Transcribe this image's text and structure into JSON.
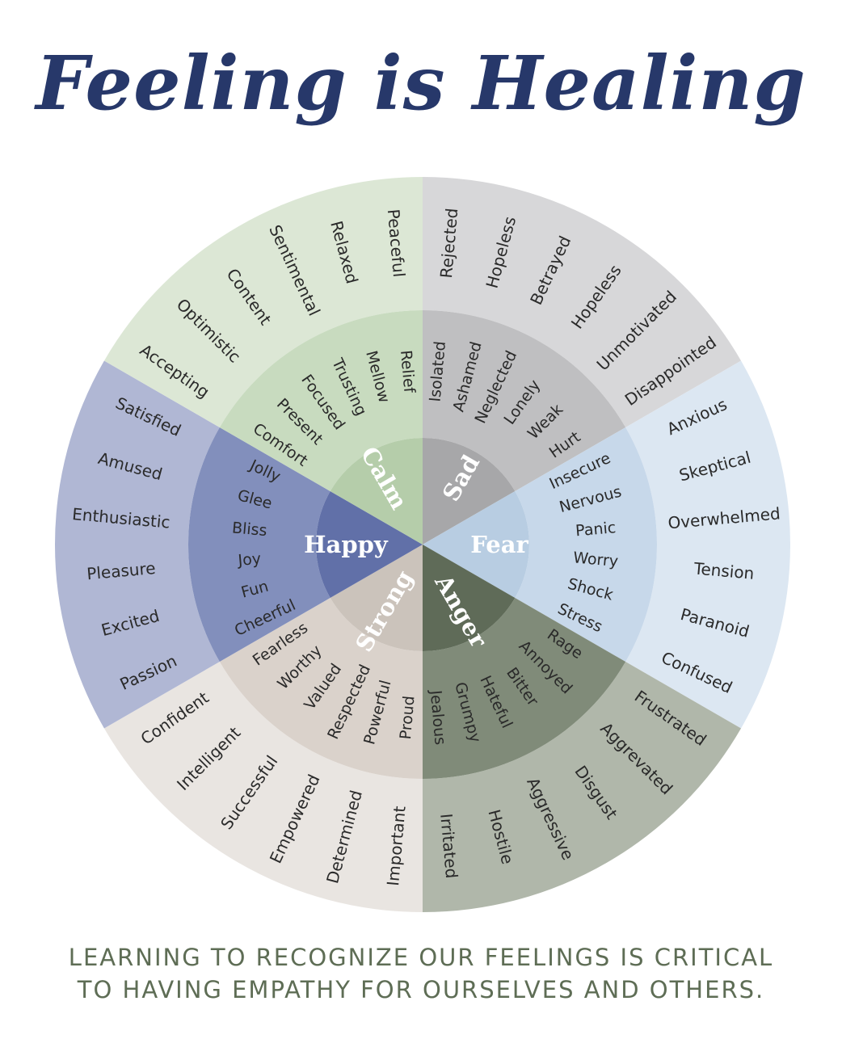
{
  "title": "Feeling is Healing",
  "footer": {
    "line1": "LEARNING TO RECOGNIZE OUR FEELINGS IS CRITICAL",
    "line2": "TO HAVING EMPATHY FOR OURSELVES AND OTHERS."
  },
  "colors": {
    "title": "#27386a",
    "footer": "#5e6d55",
    "words": "#2a2a2a",
    "core_text": "#ffffff"
  },
  "wheel": {
    "sectors": [
      {
        "core": "Sad",
        "colors": {
          "core": "#a7a7a9",
          "middle": "#bfbfc1",
          "outer": "#d7d7d9"
        },
        "middle": [
          "Isolated",
          "Ashamed",
          "Neglected",
          "Lonely",
          "Weak",
          "Hurt"
        ],
        "outer": [
          "Rejected",
          "Hopeless",
          "Betrayed",
          "Hopeless",
          "Unmotivated",
          "Disappointed"
        ]
      },
      {
        "core": "Fear",
        "colors": {
          "core": "#b8cde2",
          "middle": "#c7d8ea",
          "outer": "#dce7f2"
        },
        "middle": [
          "Insecure",
          "Nervous",
          "Panic",
          "Worry",
          "Shock",
          "Stress"
        ],
        "outer": [
          "Anxious",
          "Skeptical",
          "Overwhelmed",
          "Tension",
          "Paranoid",
          "Confused"
        ]
      },
      {
        "core": "Anger",
        "colors": {
          "core": "#5f6b58",
          "middle": "#808b79",
          "outer": "#b0b7aa"
        },
        "middle": [
          "Rage",
          "Annoyed",
          "Bitter",
          "Hateful",
          "Grumpy",
          "Jealous"
        ],
        "outer": [
          "Frustrated",
          "Aggrevated",
          "Disgust",
          "Aggressive",
          "Hostile",
          "Irritated"
        ]
      },
      {
        "core": "Strong",
        "colors": {
          "core": "#cbc3bb",
          "middle": "#dad2cb",
          "outer": "#e9e5e1"
        },
        "middle": [
          "Proud",
          "Powerful",
          "Respected",
          "Valued",
          "Worthy",
          "Fearless"
        ],
        "outer": [
          "Important",
          "Determined",
          "Empowered",
          "Successful",
          "Intelligent",
          "Confident"
        ]
      },
      {
        "core": "Happy",
        "colors": {
          "core": "#6170a8",
          "middle": "#828fbc",
          "outer": "#b0b7d4"
        },
        "middle": [
          "Cheerful",
          "Fun",
          "Joy",
          "Bliss",
          "Glee",
          "Jolly"
        ],
        "outer": [
          "Passion",
          "Excited",
          "Pleasure",
          "Enthusiastic",
          "Amused",
          "Satisfied"
        ]
      },
      {
        "core": "Calm",
        "colors": {
          "core": "#b5cdaa",
          "middle": "#c8dbbf",
          "outer": "#dce7d5"
        },
        "middle": [
          "Comfort",
          "Present",
          "Focused",
          "Trusting",
          "Mellow",
          "Relief"
        ],
        "outer": [
          "Accepting",
          "Optimistic",
          "Content",
          "Sentimental",
          "Relaxed",
          "Peaceful"
        ]
      }
    ]
  }
}
